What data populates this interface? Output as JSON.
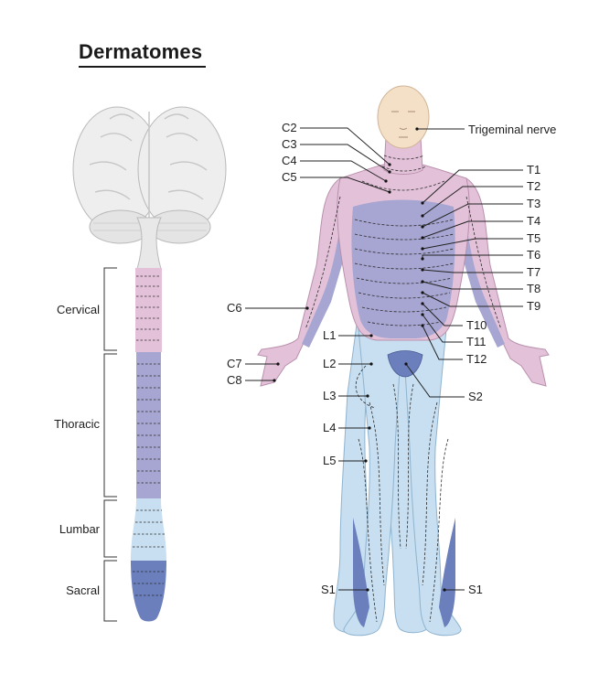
{
  "title": "Dermatomes",
  "colors": {
    "cervical": "#e3c2d9",
    "thoracic": "#a7a5d1",
    "lumbar": "#c7dff0",
    "sacral": "#6b7fbd",
    "skin": "#f4dfc7",
    "brain": "#eeeeee"
  },
  "spine_regions": [
    {
      "name": "Cervical"
    },
    {
      "name": "Thoracic"
    },
    {
      "name": "Lumbar"
    },
    {
      "name": "Sacral"
    }
  ],
  "left_labels": [
    "C2",
    "C3",
    "C4",
    "C5",
    "C6",
    "C7",
    "C8",
    "L1",
    "L2",
    "L3",
    "L4",
    "L5",
    "S1"
  ],
  "right_labels": [
    "Trigeminal nerve",
    "T1",
    "T2",
    "T3",
    "T4",
    "T5",
    "T6",
    "T7",
    "T8",
    "T9",
    "T10",
    "T11",
    "T12",
    "S2",
    "S1"
  ]
}
